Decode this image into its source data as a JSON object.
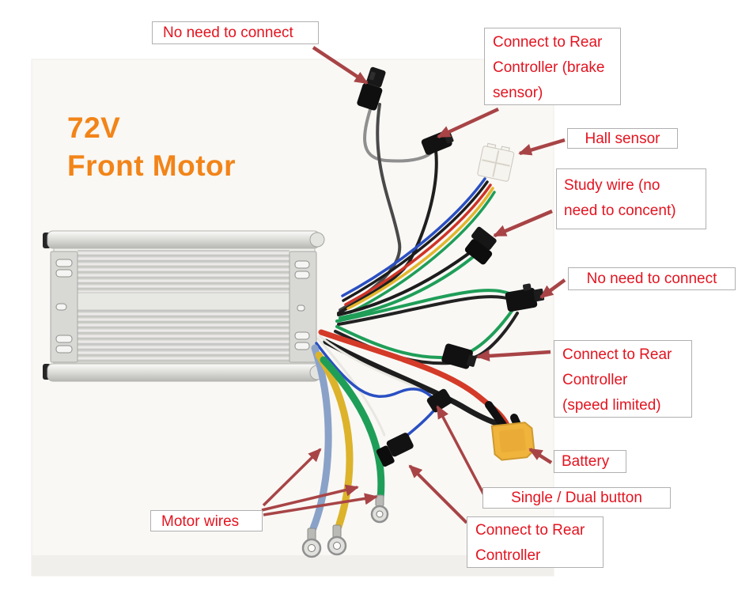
{
  "title": {
    "line1": "72V",
    "line2": "Front Motor"
  },
  "labels": {
    "no_connect_top": "No need to connect",
    "brake": "Connect to Rear Controller (brake sensor)",
    "hall": "Hall sensor",
    "study": "Study wire (no need to concent)",
    "no_connect_right": "No need to connect",
    "speed": "Connect to Rear Controller (speed limited)",
    "battery": "Battery",
    "single_dual": "Single / Dual button",
    "rear": "Connect to Rear Controller",
    "motor": "Motor wires"
  },
  "colors": {
    "title_text": "#f28418",
    "label_text": "#e31420",
    "label_border": "#b0b0b0",
    "arrow": "#a84446",
    "photo_background": "#f9f8f5",
    "battery_connector": "#f0b43c",
    "motor_wire_blue": "#8aa2c8",
    "motor_wire_yellow": "#dcb32a",
    "motor_wire_green": "#1f9e58",
    "battery_wire_red": "#d43a28",
    "battery_wire_black": "#1d1d1d"
  }
}
